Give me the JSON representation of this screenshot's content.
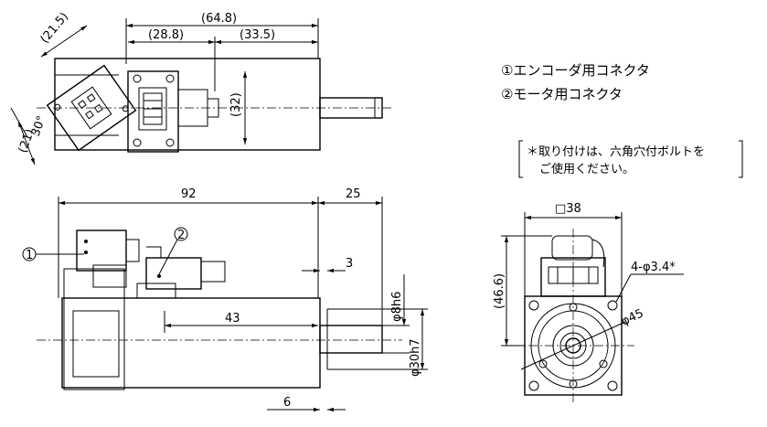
{
  "legend": {
    "item1": "①エンコーダ用コネクタ",
    "item2": "②モータ用コネクタ"
  },
  "note": {
    "line1": "＊取り付けは、六角穴付ボルトを",
    "line2": "ご使用ください。"
  },
  "callouts": {
    "c1": "1",
    "c2": "2"
  },
  "top_view": {
    "overall_len": "(64.8)",
    "seg_a": "(28.8)",
    "seg_b": "(33.5)",
    "connector_h": "(32)",
    "angle_a": "(21.5)",
    "angle_b": "30°",
    "angle_c": "(21)"
  },
  "side_view": {
    "body_len": "92",
    "shaft_len": "25",
    "flange_t": "3",
    "mid_len": "43",
    "spigot": "6",
    "shaft_dia": "φ8h6",
    "pilot_dia": "φ30h7"
  },
  "front_view": {
    "square": "□38",
    "height": "(46.6)",
    "holes": "4-φ3.4*",
    "pcd": "φ45"
  }
}
